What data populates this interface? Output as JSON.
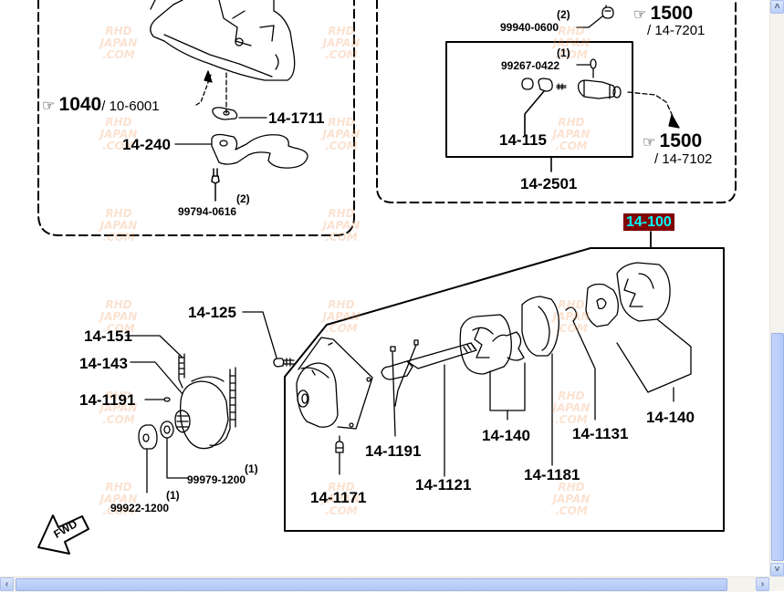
{
  "diagram": {
    "title_highlight": "14-100",
    "highlight_colors": {
      "background": "#800000",
      "text": "#00ffff"
    },
    "upper_left_group": {
      "reference": {
        "page": "1040",
        "sub": "/ 10-6001"
      },
      "parts": [
        {
          "id": "14-1711"
        },
        {
          "id": "14-240"
        },
        {
          "id": "99794-0616",
          "qty": "(2)"
        }
      ]
    },
    "upper_right_group": {
      "references": [
        {
          "page": "1500",
          "sub": "/ 14-7201"
        },
        {
          "page": "1500",
          "sub": "/ 14-7102"
        }
      ],
      "parts": [
        {
          "id": "99940-0600",
          "qty": "(2)"
        },
        {
          "id": "99267-0422",
          "qty": "(1)"
        },
        {
          "id": "14-115"
        },
        {
          "id": "14-2501"
        }
      ]
    },
    "pump_assembly": {
      "parts": [
        {
          "id": "14-125"
        },
        {
          "id": "14-151"
        },
        {
          "id": "14-143"
        },
        {
          "id": "14-1191"
        },
        {
          "id": "99979-1200",
          "qty": "(1)"
        },
        {
          "id": "99922-1200",
          "qty": "(1)"
        },
        {
          "id": "14-1171"
        },
        {
          "id": "14-1191"
        },
        {
          "id": "14-1121"
        },
        {
          "id": "14-140"
        },
        {
          "id": "14-1181"
        },
        {
          "id": "14-1131"
        },
        {
          "id": "14-140"
        }
      ]
    },
    "direction_arrow": "FWD",
    "watermark": [
      "RHD",
      "JAPAN",
      ".COM"
    ]
  },
  "scrollbars": {
    "up_icon": "chevron-up-icon",
    "down_icon": "chevron-down-icon",
    "left_icon": "chevron-left-icon",
    "right_icon": "chevron-right-icon",
    "up": "˄",
    "down": "˅",
    "left": "‹",
    "right": "›"
  }
}
